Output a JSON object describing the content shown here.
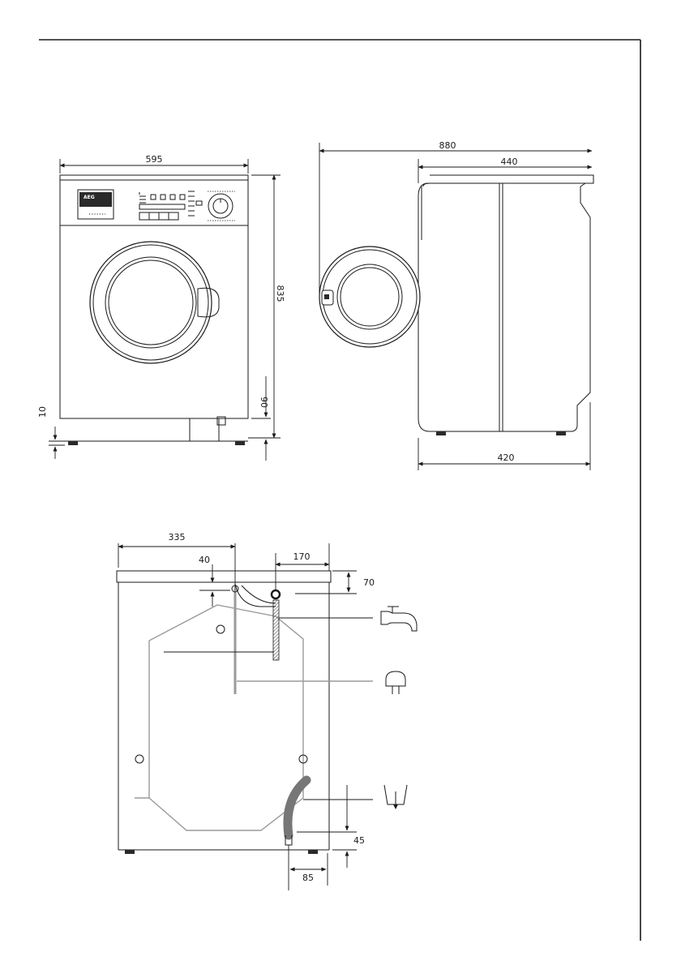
{
  "brand": {
    "logo": "AEG"
  },
  "front_view": {
    "width": "595",
    "height": "835",
    "foot": "10",
    "plinth": "90"
  },
  "side_view": {
    "total_depth": "880",
    "top_depth": "440",
    "body_depth": "420"
  },
  "rear_view": {
    "hose_offset": "335",
    "hose_drop": "40",
    "inlet_offset": "170",
    "inlet_drop": "70",
    "drain_height": "45",
    "drain_offset": "85"
  },
  "icons": [
    "water-tap-icon",
    "power-plug-icon",
    "drain-icon"
  ]
}
